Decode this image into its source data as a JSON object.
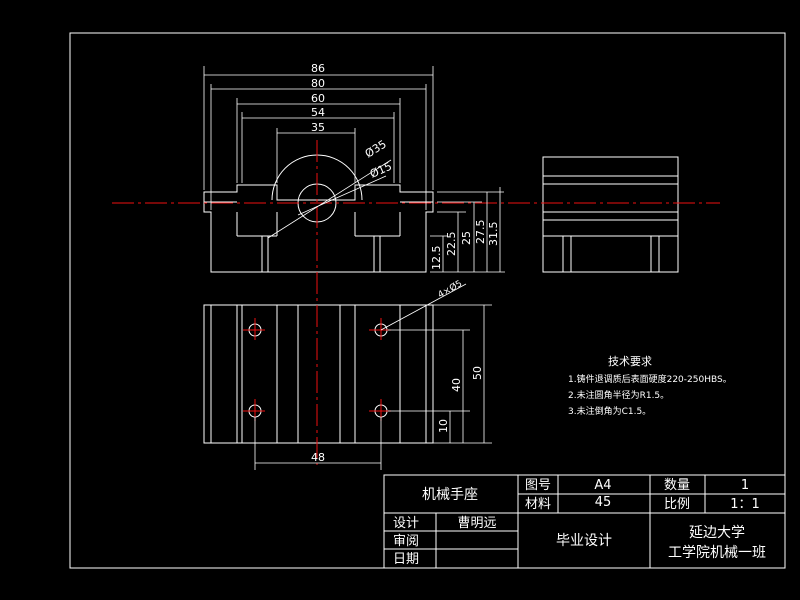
{
  "dimensions": {
    "front": {
      "width_86": "86",
      "width_80": "80",
      "width_60": "60",
      "width_54": "54",
      "width_35": "35",
      "dia_35": "Ø35",
      "dia_15": "Ø15",
      "h_12_5": "12.5",
      "h_22_5": "22.5",
      "h_25": "25",
      "h_27_5": "27.5",
      "h_31_5": "31.5"
    },
    "top": {
      "holes": "4×Ø5",
      "h_50": "50",
      "h_40": "40",
      "h_10": "10",
      "w_48": "48"
    }
  },
  "notes": {
    "title": "技术要求",
    "items": [
      "1.铸件退调质后表面硬度220-250HBS。",
      "2.未注圆角半径为R1.5。",
      "3.未注倒角为C1.5。"
    ]
  },
  "title_block": {
    "part_name": "机械手座",
    "drawing_no_label": "图号",
    "drawing_no_value": "A4",
    "material_label": "材料",
    "material_value": "45",
    "quantity_label": "数量",
    "quantity_value": "1",
    "scale_label": "比例",
    "scale_value": "1：1",
    "design_label": "设计",
    "designer": "曹明远",
    "review_label": "审阅",
    "date_label": "日期",
    "project": "毕业设计",
    "university": "延边大学",
    "department": "工学院机械一班"
  }
}
